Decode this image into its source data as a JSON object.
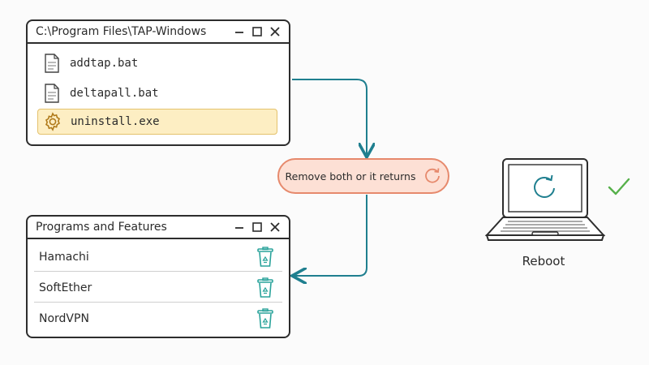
{
  "folder_window": {
    "title": "C:\\Program Files\\TAP-Windows",
    "files": [
      {
        "name": "addtap.bat",
        "icon": "document-icon",
        "selected": false
      },
      {
        "name": "deltapall.bat",
        "icon": "document-icon",
        "selected": false
      },
      {
        "name": "uninstall.exe",
        "icon": "gear-icon",
        "selected": true
      }
    ]
  },
  "programs_window": {
    "title": "Programs and Features",
    "programs": [
      {
        "name": "Hamachi",
        "icon": "recycle-bin-icon"
      },
      {
        "name": "SoftEther",
        "icon": "recycle-bin-icon"
      },
      {
        "name": "NordVPN",
        "icon": "recycle-bin-icon"
      }
    ]
  },
  "callout": {
    "text": "Remove both or it returns",
    "icon": "refresh-icon"
  },
  "reboot": {
    "label": "Reboot",
    "icon": "laptop-icon",
    "status_icon": "checkmark-icon"
  },
  "colors": {
    "arrow": "#1f7f8f",
    "callout_fill": "#fde0d5",
    "callout_border": "#e6896c",
    "selected_fill": "#fdeec3",
    "trash": "#2aa39b",
    "check": "#56b04a"
  }
}
